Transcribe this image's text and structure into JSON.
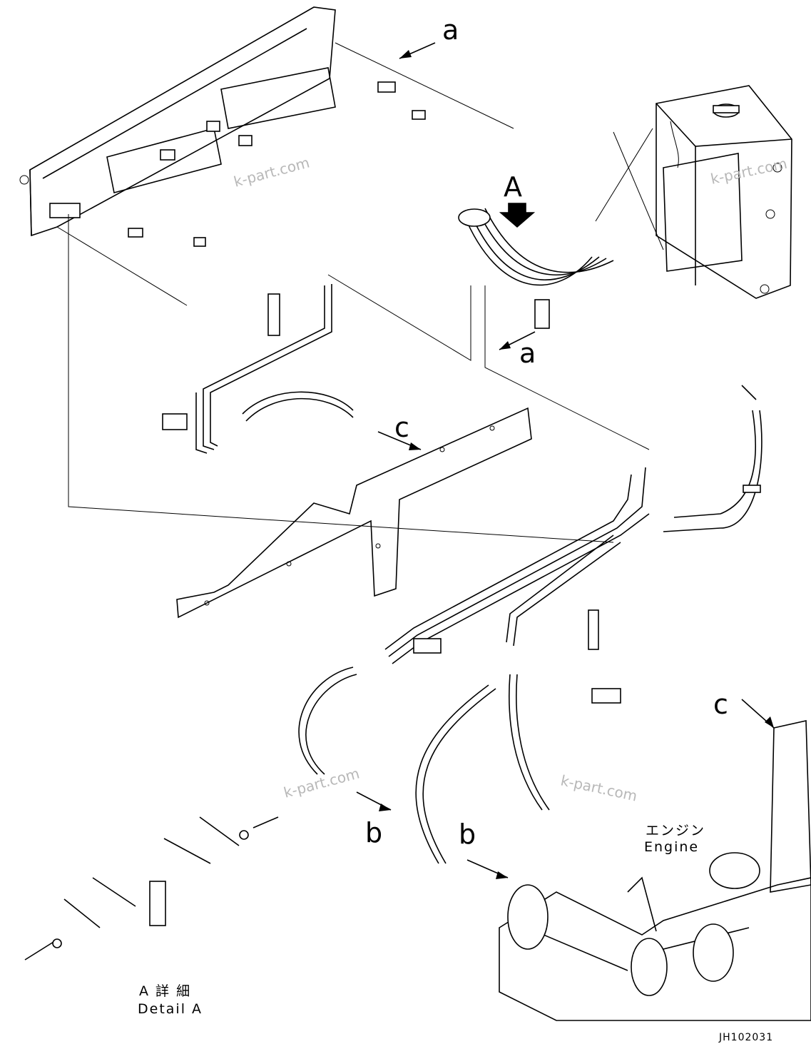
{
  "view_labels": {
    "a_top": "a",
    "a_mid": "a",
    "big_A": "A",
    "c_mid": "c",
    "c_right": "c",
    "b_left": "b",
    "b_right": "b"
  },
  "engine_label": {
    "jp": "エンジン",
    "en": "Engine"
  },
  "detail_label": {
    "jp": "A 詳 細",
    "en": "Detail A"
  },
  "drawing_code": "JH102031",
  "watermarks": [
    "k-part.com",
    "k-part.com",
    "k-part.com",
    "k-part.com"
  ]
}
